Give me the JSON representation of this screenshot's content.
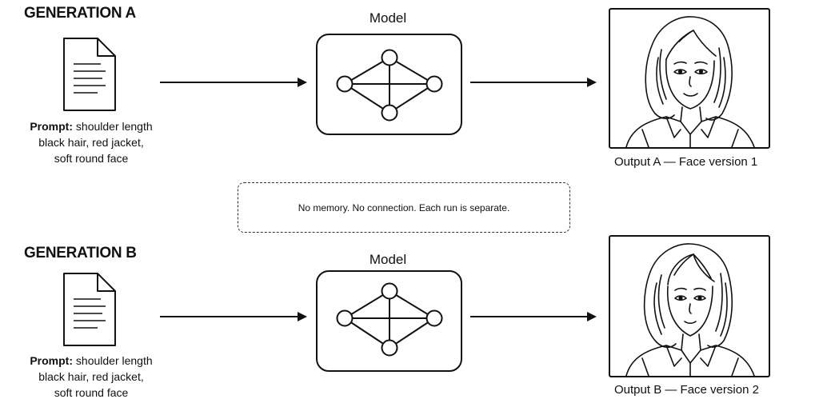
{
  "generation_a": {
    "title": "GENERATION A",
    "prompt_label": "Prompt:",
    "prompt_line1": " shoulder length",
    "prompt_line2": "black hair, red jacket,",
    "prompt_line3": "soft round face",
    "model_label": "Model",
    "output_caption": "Output A — Face version 1"
  },
  "separator_note": "No memory. No connection. Each run is separate.",
  "generation_b": {
    "title": "GENERATION B",
    "prompt_label": "Prompt:",
    "prompt_line1": " shoulder length",
    "prompt_line2": "black hair, red jacket,",
    "prompt_line3": "soft round face",
    "model_label": "Model",
    "output_caption": "Output B — Face version 2"
  },
  "icons": {
    "document": "document-icon",
    "network": "neural-network-icon",
    "portrait": "portrait-illustration",
    "arrow": "arrow-right-icon"
  }
}
